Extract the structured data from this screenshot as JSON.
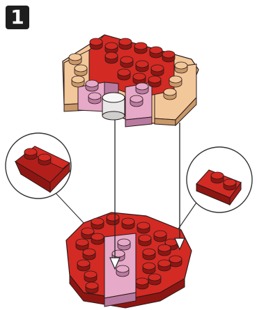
{
  "step": {
    "number": "1"
  },
  "palette": {
    "red": "#d42a24",
    "red_dark": "#8e1612",
    "red_mid": "#b21f1b",
    "pink": "#e6a9c8",
    "pink_dark": "#b97aa0",
    "tan": "#f2c79a",
    "tan_dark": "#c99869",
    "white": "#f4f4f4",
    "outline": "#2a1a18",
    "callout": "#333333"
  },
  "instructions": {
    "attach_pieces": 2,
    "callouts": [
      {
        "part": "red-slope-brick-2x2",
        "side": "left"
      },
      {
        "part": "red-slope-brick-2x2-inverted",
        "side": "right"
      }
    ]
  }
}
